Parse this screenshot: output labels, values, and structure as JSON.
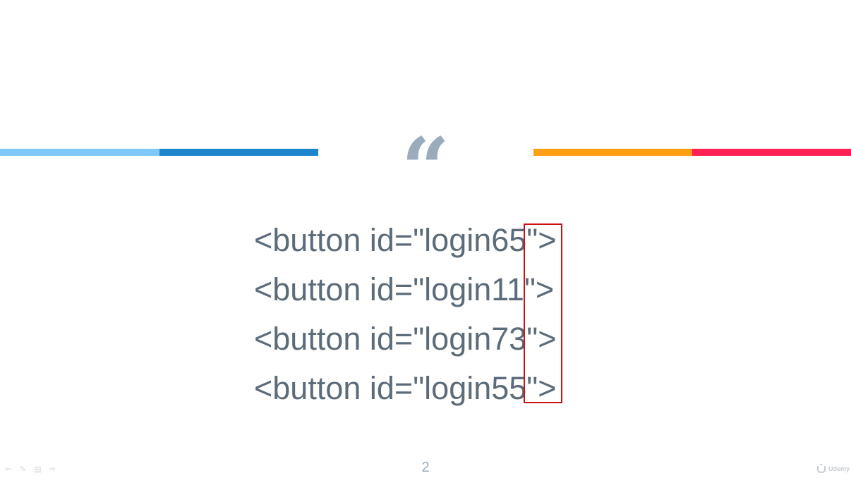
{
  "slide": {
    "quote_symbol": "“",
    "code_lines": [
      "<button id=\"login65\">",
      "<button id=\"login11\">",
      "<button id=\"login73\">",
      "<button id=\"login55\">"
    ],
    "page_number": "2"
  },
  "footer": {
    "brand_name": "Udemy",
    "nav_icons": [
      "previous-icon",
      "pen-icon",
      "menu-icon",
      "next-icon"
    ]
  },
  "colors": {
    "bar_light_blue": "#7ec8fa",
    "bar_dark_blue": "#1d85cc",
    "bar_orange": "#ff9f14",
    "bar_pink": "#ff1f55",
    "quote": "#9aacbc",
    "code_text": "#5c6b7a",
    "highlight_box": "#cc1111",
    "page_number": "#9aacbc",
    "footer_icon": "#9aa5ae"
  }
}
